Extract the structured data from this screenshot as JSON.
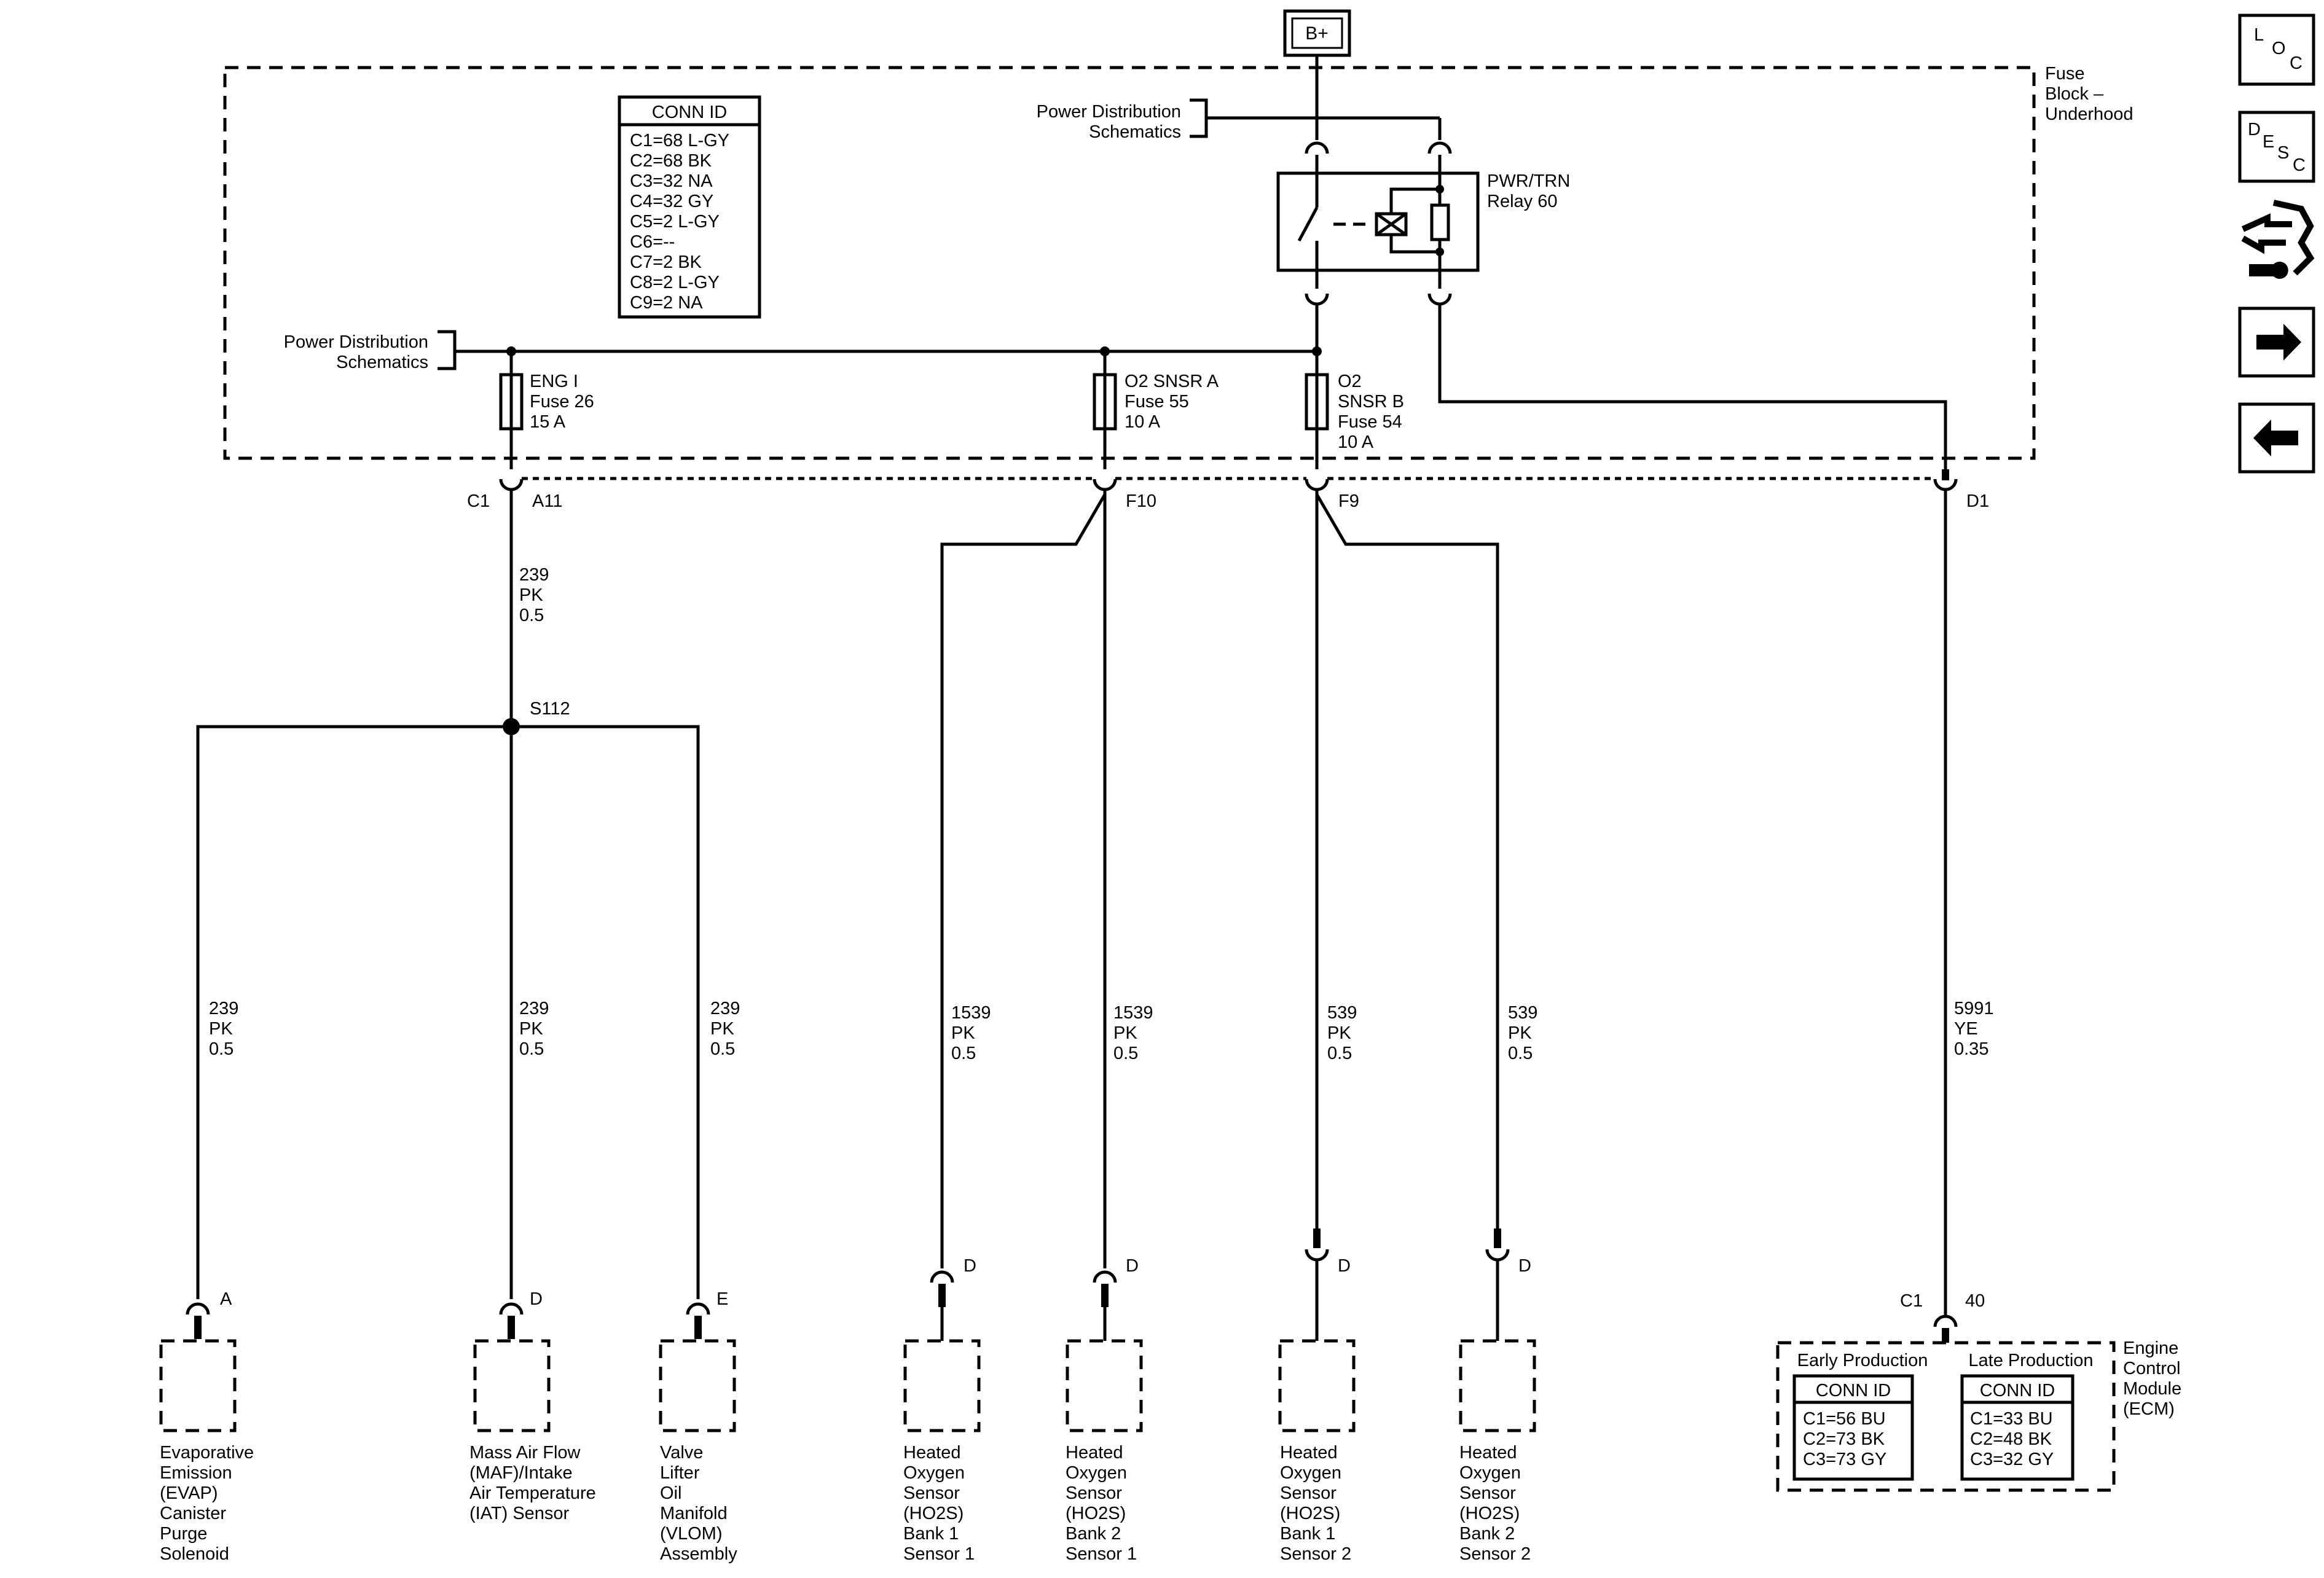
{
  "supply": {
    "battery": "B+"
  },
  "fuse_block": {
    "title": [
      "Fuse",
      "Block –",
      "Underhood"
    ],
    "power_distribution_top": [
      "Power Distribution",
      "Schematics"
    ],
    "power_distribution_left": [
      "Power Distribution",
      "Schematics"
    ],
    "conn_id": {
      "header": "CONN ID",
      "rows": [
        "C1=68 L-GY",
        "C2=68 BK",
        "C3=32 NA",
        "C4=32 GY",
        "C5=2 L-GY",
        "C6=--",
        "C7=2 BK",
        "C8=2 L-GY",
        "C9=2 NA"
      ]
    },
    "relay": [
      "PWR/TRN",
      "Relay 60"
    ],
    "fuses": [
      {
        "lines": [
          "ENG I",
          "Fuse 26",
          "15 A"
        ]
      },
      {
        "lines": [
          "O2 SNSR A",
          "Fuse 55",
          "10 A"
        ]
      },
      {
        "lines": [
          "O2",
          "SNSR B",
          "Fuse 54",
          "10 A"
        ]
      }
    ],
    "pins": {
      "c1": "C1",
      "a11": "A11",
      "f10": "F10",
      "f9": "F9",
      "d1": "D1"
    }
  },
  "splice": "S112",
  "wires": {
    "w_top": [
      "239",
      "PK",
      "0.5"
    ],
    "w_evap": [
      "239",
      "PK",
      "0.5"
    ],
    "w_maf": [
      "239",
      "PK",
      "0.5"
    ],
    "w_vlom": [
      "239",
      "PK",
      "0.5"
    ],
    "w_ho2s_b1s1": [
      "1539",
      "PK",
      "0.5"
    ],
    "w_ho2s_b2s1": [
      "1539",
      "PK",
      "0.5"
    ],
    "w_ho2s_b1s2": [
      "539",
      "PK",
      "0.5"
    ],
    "w_ho2s_b2s2": [
      "539",
      "PK",
      "0.5"
    ],
    "w_ecm": [
      "5991",
      "YE",
      "0.35"
    ]
  },
  "components": [
    {
      "pin": "A",
      "name": [
        "Evaporative",
        "Emission",
        "(EVAP)",
        "Canister",
        "Purge",
        "Solenoid"
      ]
    },
    {
      "pin": "D",
      "name": [
        "Mass Air Flow",
        "(MAF)/Intake",
        "Air Temperature",
        "(IAT) Sensor"
      ]
    },
    {
      "pin": "E",
      "name": [
        "Valve",
        "Lifter",
        "Oil",
        "Manifold",
        "(VLOM)",
        "Assembly"
      ]
    },
    {
      "pin": "D",
      "name": [
        "Heated",
        "Oxygen",
        "Sensor",
        "(HO2S)",
        "Bank 1",
        "Sensor 1"
      ]
    },
    {
      "pin": "D",
      "name": [
        "Heated",
        "Oxygen",
        "Sensor",
        "(HO2S)",
        "Bank 2",
        "Sensor 1"
      ]
    },
    {
      "pin": "D",
      "name": [
        "Heated",
        "Oxygen",
        "Sensor",
        "(HO2S)",
        "Bank 1",
        "Sensor 2"
      ]
    },
    {
      "pin": "D",
      "name": [
        "Heated",
        "Oxygen",
        "Sensor",
        "(HO2S)",
        "Bank 2",
        "Sensor 2"
      ]
    }
  ],
  "ecm": {
    "connector": "C1",
    "pin": "40",
    "name": [
      "Engine",
      "Control",
      "Module",
      "(ECM)"
    ],
    "early": {
      "title": "Early Production",
      "header": "CONN ID",
      "rows": [
        "C1=56 BU",
        "C2=73 BK",
        "C3=73 GY"
      ]
    },
    "late": {
      "title": "Late Production",
      "header": "CONN ID",
      "rows": [
        "C1=33 BU",
        "C2=48 BK",
        "C3=32 GY"
      ]
    }
  },
  "nav": {
    "loc": [
      "L",
      "O",
      "C"
    ],
    "desc": [
      "D",
      "E",
      "S",
      "C"
    ],
    "next_icon": "arrow-right-icon",
    "prev_icon": "arrow-left-icon",
    "connector_icon": "connector-tool-icon"
  }
}
